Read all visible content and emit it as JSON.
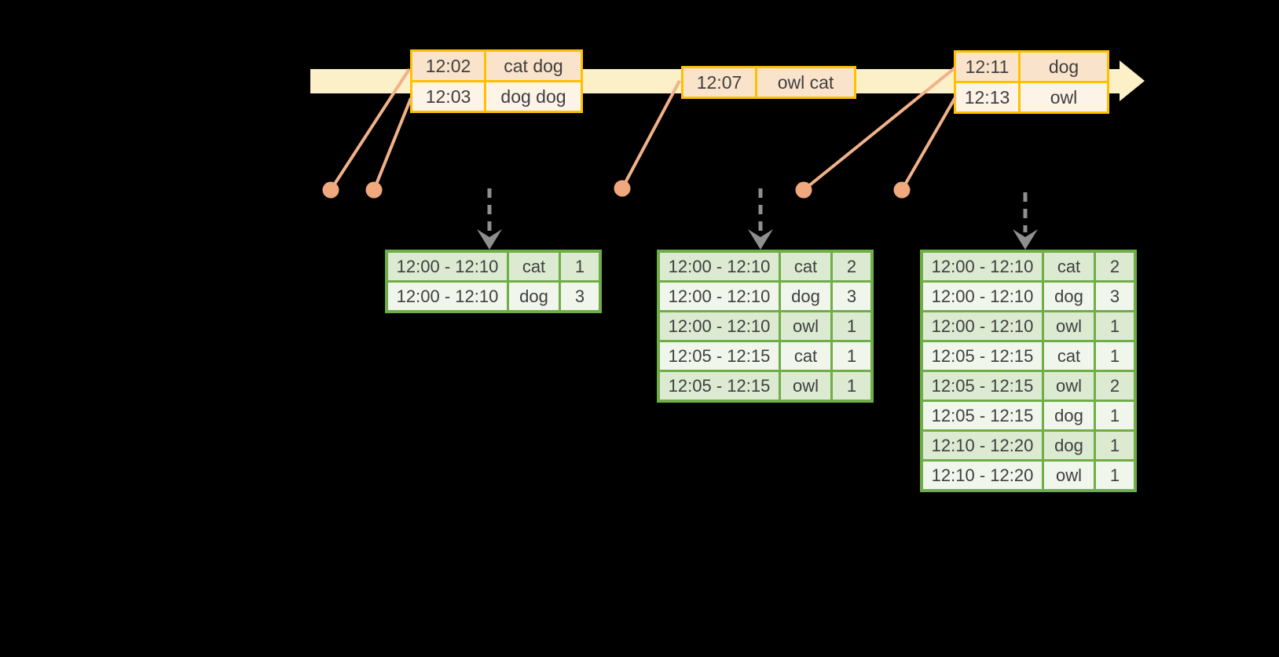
{
  "colors": {
    "background": "#000000",
    "timeline_band": "#FCF0C8",
    "event_table_border": "#FFC000",
    "event_row_dark": "#FAE3CB",
    "event_row_light": "#FDF3E7",
    "connector_line": "#F2B188",
    "event_dot": "#F0A87D",
    "dashed_arrow": "#8F8F8F",
    "result_table_border": "#6FAE46",
    "result_row_dark": "#DCEAD2",
    "result_row_light": "#F1F6EC",
    "text": "#3F3F3F"
  },
  "timeline": {
    "event_tables": [
      {
        "rows": [
          [
            "12:02",
            "cat dog"
          ],
          [
            "12:03",
            "dog dog"
          ]
        ]
      },
      {
        "rows": [
          [
            "12:07",
            "owl cat"
          ]
        ]
      },
      {
        "rows": [
          [
            "12:11",
            "dog"
          ],
          [
            "12:13",
            "owl"
          ]
        ]
      }
    ]
  },
  "result_tables": [
    {
      "rows": [
        [
          "12:00 - 12:10",
          "cat",
          "1"
        ],
        [
          "12:00 - 12:10",
          "dog",
          "3"
        ]
      ]
    },
    {
      "rows": [
        [
          "12:00 - 12:10",
          "cat",
          "2"
        ],
        [
          "12:00 - 12:10",
          "dog",
          "3"
        ],
        [
          "12:00 - 12:10",
          "owl",
          "1"
        ],
        [
          "12:05 - 12:15",
          "cat",
          "1"
        ],
        [
          "12:05 - 12:15",
          "owl",
          "1"
        ]
      ]
    },
    {
      "rows": [
        [
          "12:00 - 12:10",
          "cat",
          "2"
        ],
        [
          "12:00 - 12:10",
          "dog",
          "3"
        ],
        [
          "12:00 - 12:10",
          "owl",
          "1"
        ],
        [
          "12:05 - 12:15",
          "cat",
          "1"
        ],
        [
          "12:05 - 12:15",
          "owl",
          "2"
        ],
        [
          "12:05 - 12:15",
          "dog",
          "1"
        ],
        [
          "12:10 - 12:20",
          "dog",
          "1"
        ],
        [
          "12:10 - 12:20",
          "owl",
          "1"
        ]
      ]
    }
  ]
}
